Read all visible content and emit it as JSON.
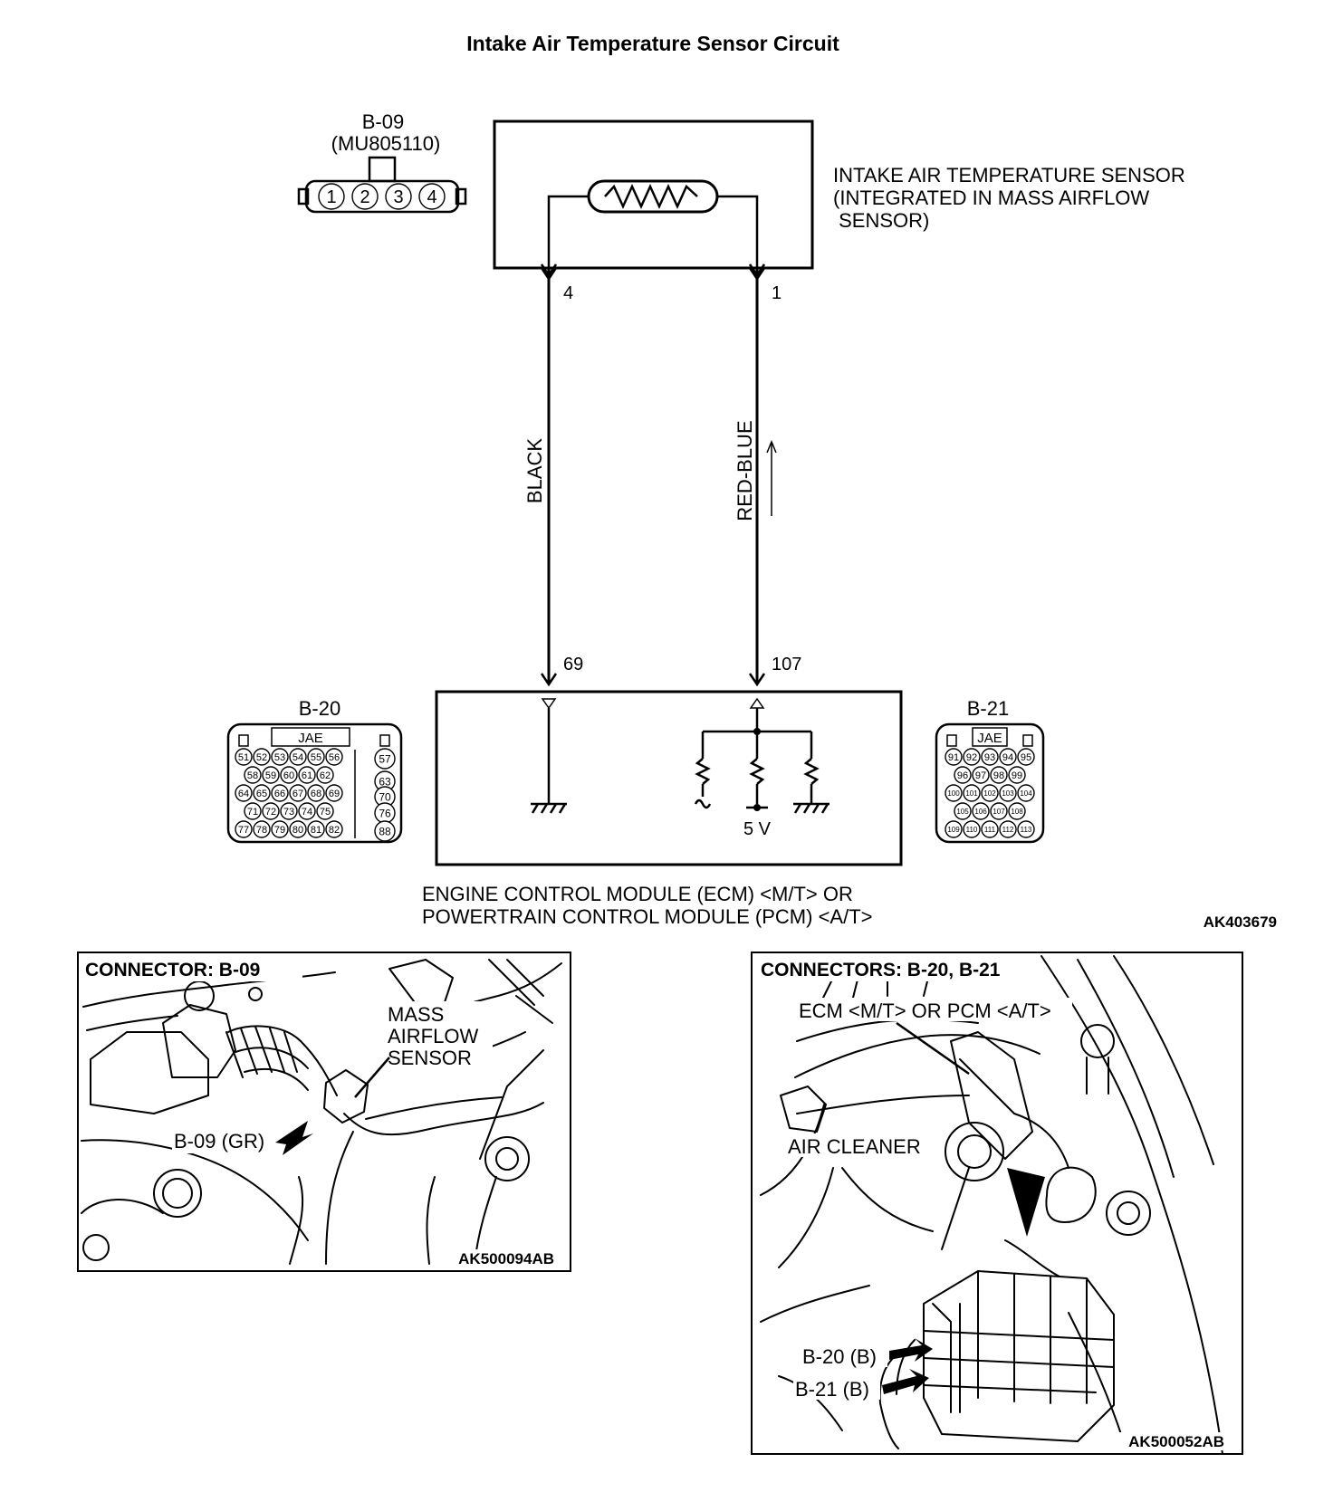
{
  "title": "Intake Air Temperature Sensor Circuit",
  "sensor_connector": {
    "id": "B-09",
    "part_number": "(MU805110)",
    "pins": [
      "1",
      "2",
      "3",
      "4"
    ]
  },
  "sensor": {
    "label_line1": "INTAKE AIR TEMPERATURE SENSOR",
    "label_line2": "(INTEGRATED IN MASS AIRFLOW",
    "label_line3": " SENSOR)"
  },
  "wires": [
    {
      "color": "BLACK",
      "sensor_pin": "4",
      "module_pin": "69"
    },
    {
      "color": "RED-BLUE",
      "sensor_pin": "1",
      "module_pin": "107"
    }
  ],
  "module": {
    "label_line1": "ENGINE CONTROL MODULE (ECM) <M/T> OR",
    "label_line2": "POWERTRAIN CONTROL MODULE (PCM) <A/T>",
    "supply": "5 V"
  },
  "connector_b20": {
    "id": "B-20",
    "maker": "JAE",
    "rows": [
      [
        "51",
        "52",
        "53",
        "54",
        "55",
        "56"
      ],
      [
        "58",
        "59",
        "60",
        "61",
        "62"
      ],
      [
        "64",
        "65",
        "66",
        "67",
        "68",
        "69"
      ],
      [
        "71",
        "72",
        "73",
        "74",
        "75"
      ],
      [
        "77",
        "78",
        "79",
        "80",
        "81",
        "82"
      ]
    ],
    "side_pins": [
      "57",
      "63",
      "70",
      "76",
      "88"
    ]
  },
  "connector_b21": {
    "id": "B-21",
    "maker": "JAE",
    "rows": [
      [
        "91",
        "92",
        "93",
        "94",
        "95"
      ],
      [
        "96",
        "97",
        "98",
        "99"
      ],
      [
        "100",
        "101",
        "102",
        "103",
        "104"
      ],
      [
        "105",
        "106",
        "107",
        "108"
      ],
      [
        "109",
        "110",
        "111",
        "112",
        "113"
      ]
    ]
  },
  "figure_code": "AK403679",
  "photo_left": {
    "header": "CONNECTOR: B-09",
    "callout_line1": "MASS",
    "callout_line2": "AIRFLOW",
    "callout_line3": "SENSOR",
    "connector_label": "B-09 (GR)",
    "code": "AK500094AB"
  },
  "photo_right": {
    "header": "CONNECTORS: B-20, B-21",
    "callout_module": "ECM <M/T> OR PCM <A/T>",
    "callout_cleaner": "AIR CLEANER",
    "label_b20": "B-20 (B)",
    "label_b21": "B-21 (B)",
    "code": "AK500052AB"
  }
}
